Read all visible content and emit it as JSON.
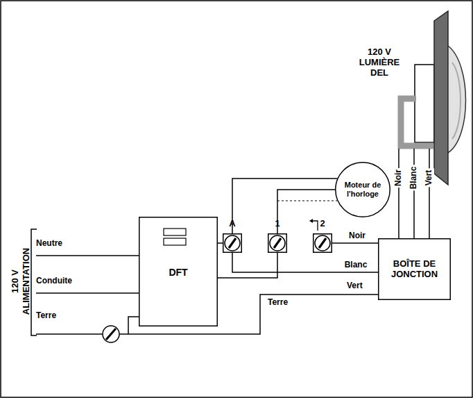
{
  "diagram": {
    "nodes": [
      {
        "text": [
          "DFT"
        ]
      },
      {
        "text": [
          "A"
        ]
      },
      {
        "text": [
          "1"
        ]
      },
      {
        "text": [
          "2"
        ]
      },
      {
        "text": [
          "Moteur de l'horloge"
        ]
      },
      {
        "text": [
          "BOÎTE DE JONCTION"
        ]
      },
      {
        "text": [
          "120 V LUMIÈRE DEL"
        ]
      }
    ],
    "edges": [
      {
        "from": 0,
        "to": 1,
        "arrow": "none"
      },
      {
        "from": 0,
        "to": 2,
        "arrow": "none"
      },
      {
        "from": 1,
        "to": 4,
        "arrow": "none"
      },
      {
        "from": 2,
        "to": 4,
        "arrow": "none"
      },
      {
        "from": 1,
        "to": 5,
        "label": "Blanc",
        "arrow": "none"
      },
      {
        "from": 3,
        "to": 5,
        "label": "Noir",
        "arrow": "none"
      },
      {
        "from": 6,
        "to": 5,
        "label": "Noir",
        "arrow": "none"
      },
      {
        "from": 6,
        "to": 5,
        "label": "Blanc",
        "arrow": "none"
      },
      {
        "from": 6,
        "to": 5,
        "label": "Vert",
        "arrow": "none"
      }
    ],
    "labels": [
      "120 V",
      "ALIMENTATION",
      "Neutre",
      "Conduite",
      "Terre",
      "Terre",
      "Vert"
    ]
  }
}
